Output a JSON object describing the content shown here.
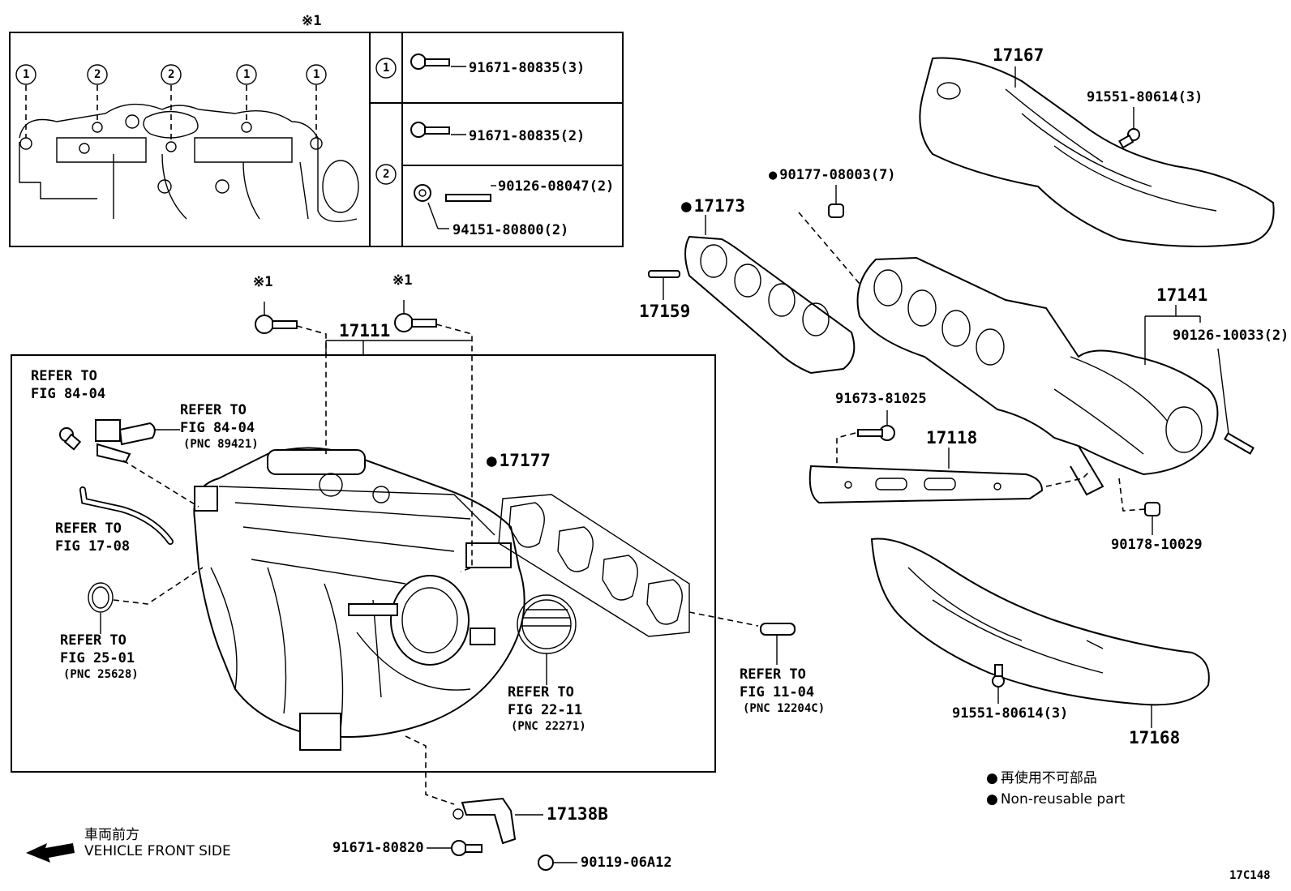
{
  "ref_mark": "※1",
  "fig_code": "17C148",
  "legend": {
    "jp": "再使用不可部品",
    "en": "Non-reusable part"
  },
  "front": {
    "jp": "車両前方",
    "en": "VEHICLE FRONT SIDE"
  },
  "inset": {
    "items": [
      {
        "marker": "1",
        "part": "91671-80835(3)"
      },
      {
        "marker": "",
        "part": "91671-80835(2)"
      },
      {
        "marker": "2",
        "part": "90126-08047(2)"
      },
      {
        "marker": "",
        "part": "94151-80800(2)"
      }
    ],
    "circle_labels": [
      "1",
      "2",
      "2",
      "1",
      "1"
    ]
  },
  "parts": {
    "p17167": "17167",
    "p91551a": "91551-80614(3)",
    "p90177": "90177-08003(7)",
    "p17173": "17173",
    "p17159": "17159",
    "p17141": "17141",
    "p90126b": "90126-10033(2)",
    "p91673": "91673-81025",
    "p17118": "17118",
    "p90178": "90178-10029",
    "p91551b": "91551-80614(3)",
    "p17168": "17168",
    "p17111": "17111",
    "p17177": "17177",
    "p17138b": "17138B",
    "p91671_820": "91671-80820",
    "p90119": "90119-06A12",
    "ref_mark_a": "※1",
    "ref_mark_b": "※1"
  },
  "refs": {
    "r1": {
      "l1": "REFER TO",
      "l2": "FIG 84-04",
      "l3": ""
    },
    "r2": {
      "l1": "REFER TO",
      "l2": "FIG 84-04",
      "l3": "(PNC 89421)"
    },
    "r3": {
      "l1": "REFER TO",
      "l2": "FIG 17-08",
      "l3": ""
    },
    "r4": {
      "l1": "REFER TO",
      "l2": "FIG 25-01",
      "l3": "(PNC 25628)"
    },
    "r5": {
      "l1": "REFER TO",
      "l2": "FIG 22-11",
      "l3": "(PNC 22271)"
    },
    "r6": {
      "l1": "REFER TO",
      "l2": "FIG 11-04",
      "l3": "(PNC 12204C)"
    }
  }
}
